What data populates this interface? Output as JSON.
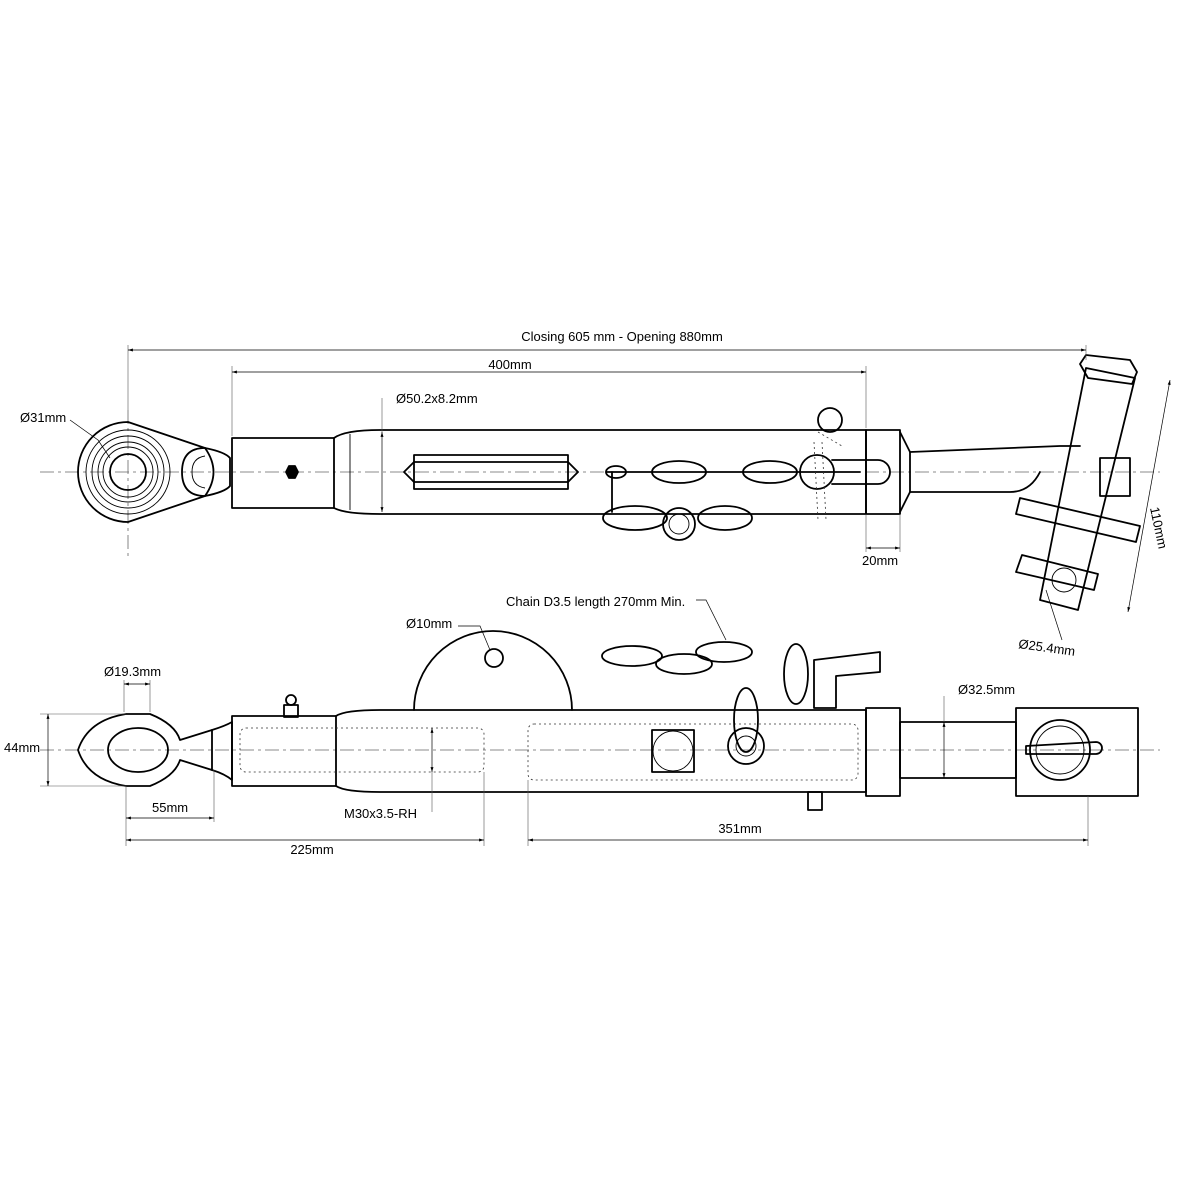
{
  "labels": {
    "overall_length": "Closing 605 mm - Opening 880mm",
    "length_400": "400mm",
    "diam_31": "Ø31mm",
    "tube_diam": "Ø50.2x8.2mm",
    "width_110": "110mm",
    "length_20": "20mm",
    "diam_25": "Ø25.4mm",
    "chain": "Chain D3.5 length 270mm Min.",
    "diam_10": "Ø10mm",
    "diam_19": "Ø19.3mm",
    "diam_32": "Ø32.5mm",
    "height_44": "44mm",
    "length_55": "55mm",
    "thread": "M30x3.5-RH",
    "length_225": "225mm",
    "length_351": "351mm"
  }
}
